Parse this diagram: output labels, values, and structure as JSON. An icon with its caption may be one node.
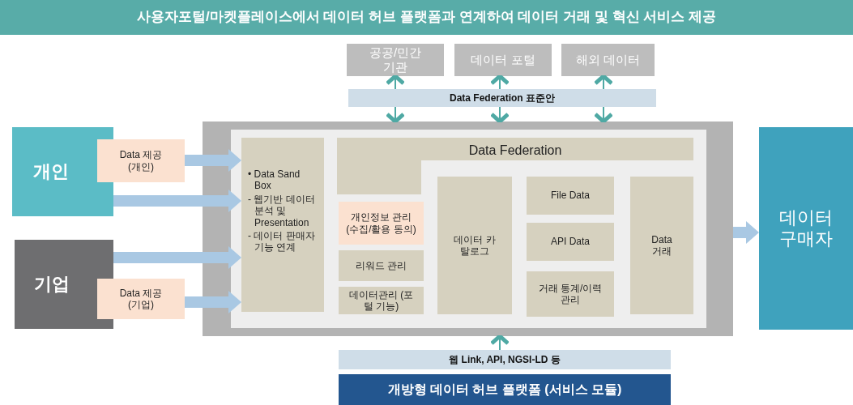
{
  "diagram": {
    "nodes": [
      {
        "text": [
          "사용자포털/마켓플레이스에서 데이터 허브 플랫폼과 연계하여 데이터 거래 및 혁신 서비스 제공"
        ]
      },
      {
        "text": [
          "공공/민간 기관"
        ]
      },
      {
        "text": [
          "데이터 포털"
        ]
      },
      {
        "text": [
          "해외 데이터"
        ]
      },
      {
        "text": [
          "Data Federation 표준안"
        ]
      },
      {
        "text": [
          "개인"
        ]
      },
      {
        "text": [
          "Data 제공 (개인)"
        ]
      },
      {
        "text": [
          "기업"
        ]
      },
      {
        "text": [
          "Data 제공 (기업)"
        ]
      },
      {
        "text": [],
        "shape": "box"
      },
      {
        "text": [
          "• Data Sand Box",
          "- 웹기반 데이터 분석 및 Presentation",
          "- 데이터 판매자 기능 연계"
        ],
        "in": 9
      },
      {
        "text": [
          "Data Federation"
        ],
        "in": 9
      },
      {
        "text": [
          "개인정보 관리 (수집/활용 동의)"
        ],
        "in": 9
      },
      {
        "text": [
          "리워드 관리"
        ],
        "in": 9
      },
      {
        "text": [
          "데이터관리 (포털 기능)"
        ],
        "in": 9
      },
      {
        "text": [
          "데이터 카탈로그"
        ],
        "in": 9
      },
      {
        "text": [
          "File Data"
        ],
        "in": 9
      },
      {
        "text": [
          "API Data"
        ],
        "in": 9
      },
      {
        "text": [
          "거래 통계/이력 관리"
        ],
        "in": 9
      },
      {
        "text": [
          "Data 거래"
        ],
        "in": 9
      },
      {
        "text": [
          "데이터 구매자"
        ]
      },
      {
        "text": [
          "웹 Link, API, NGSI-LD 등"
        ]
      },
      {
        "text": [
          "개방형 데이터 허브 플랫폼 (서비스 모듈)"
        ]
      }
    ],
    "edges": [
      {
        "from": 4,
        "to": 1,
        "arrow": "to"
      },
      {
        "from": 4,
        "to": 2,
        "arrow": "to"
      },
      {
        "from": 4,
        "to": 3,
        "arrow": "to"
      },
      {
        "from": 4,
        "to": 9,
        "arrow": "to"
      },
      {
        "from": 4,
        "to": 9,
        "arrow": "to"
      },
      {
        "from": 4,
        "to": 9,
        "arrow": "to"
      },
      {
        "from": 6,
        "to": 10,
        "arrow": "to",
        "style": "thick",
        "color": "#a9c8e3"
      },
      {
        "from": 5,
        "to": 10,
        "arrow": "to",
        "style": "thick",
        "color": "#a9c8e3"
      },
      {
        "from": 7,
        "to": 10,
        "arrow": "to",
        "style": "thick",
        "color": "#a9c8e3"
      },
      {
        "from": 8,
        "to": 10,
        "arrow": "to",
        "style": "thick",
        "color": "#a9c8e3"
      },
      {
        "from": 9,
        "to": 20,
        "arrow": "to",
        "style": "thick",
        "color": "#a9c8e3"
      },
      {
        "from": 21,
        "to": 9,
        "arrow": "to"
      }
    ]
  }
}
